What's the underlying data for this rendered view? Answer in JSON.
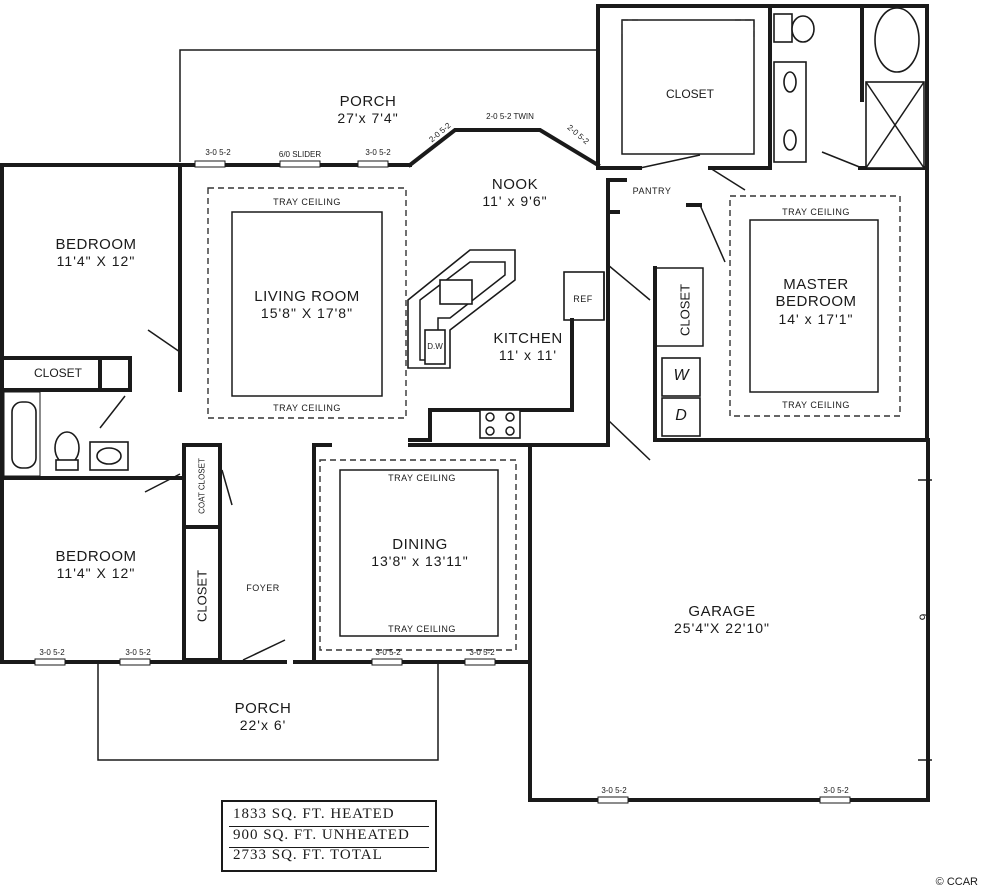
{
  "rooms": {
    "porch_top": {
      "name": "PORCH",
      "dim": "27'x 7'4\""
    },
    "nook": {
      "name": "NOOK",
      "dim": "11' x 9'6\""
    },
    "bedroom_1": {
      "name": "BEDROOM",
      "dim": "11'4\" X 12\""
    },
    "living": {
      "name": "LIVING ROOM",
      "dim": "15'8\" X 17'8\""
    },
    "kitchen": {
      "name": "KITCHEN",
      "dim": "11' x 11'"
    },
    "master": {
      "name_line1": "MASTER",
      "name_line2": "BEDROOM",
      "dim": "14' x 17'1\""
    },
    "bedroom_2": {
      "name": "BEDROOM",
      "dim": "11'4\" X 12\""
    },
    "dining": {
      "name": "DINING",
      "dim": "13'8\" x 13'11\""
    },
    "garage": {
      "name": "GARAGE",
      "dim": "25'4\"X 22'10\""
    },
    "porch_front": {
      "name": "PORCH",
      "dim": "22'x 6'"
    },
    "closet_master": "CLOSET",
    "closet_bed1": "CLOSET",
    "closet_master_side": "CLOSET",
    "closet_foyer": "CLOSET",
    "coat_closet": "COAT CLOSET",
    "pantry": "PANTRY",
    "foyer": "FOYER",
    "ref": "REF",
    "dw": "D.W",
    "washer": "W",
    "dryer": "D"
  },
  "notes": {
    "tray_ceiling": "TRAY CEILING",
    "window": "3-0 5-2",
    "slider": "6/0 SLIDER",
    "twin": "2-0 5-2 TWIN",
    "angled_window": "2-0 5-2",
    "garage_door_mark": "9"
  },
  "totals": {
    "heated": "1833 SQ. FT. HEATED",
    "unheated": "900 SQ. FT. UNHEATED",
    "total": "2733 SQ. FT. TOTAL"
  },
  "copyright": "© CCAR"
}
